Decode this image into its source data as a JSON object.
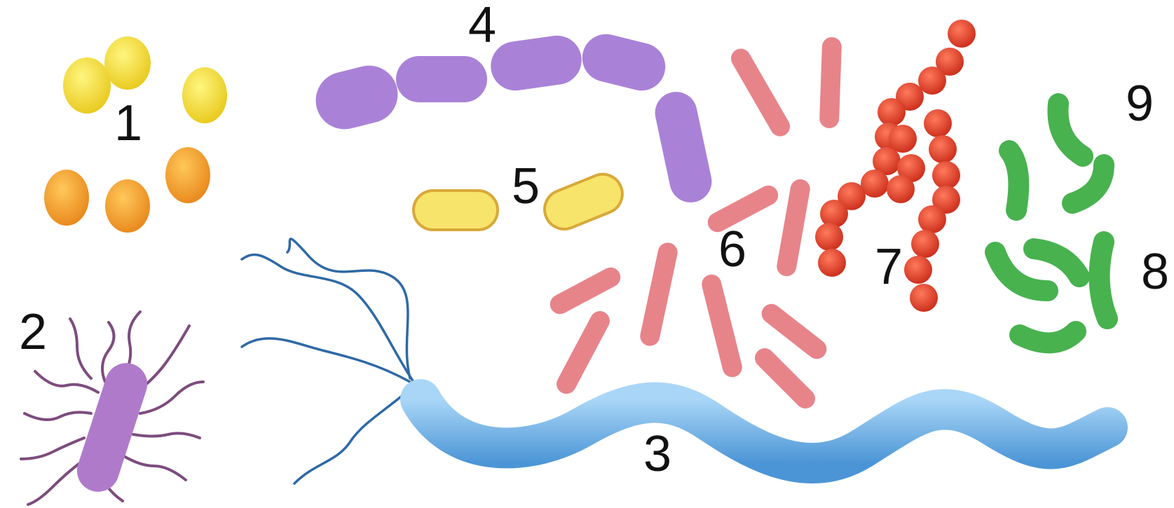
{
  "labels": {
    "l1": "1",
    "l2": "2",
    "l3": "3",
    "l4": "4",
    "l5": "5",
    "l6": "6",
    "l7": "7",
    "l8": "8",
    "l9": "9"
  },
  "colors": {
    "yellow": "#f2dc2a",
    "orange": "#f2a42a",
    "purple_rod": "#a982d8",
    "purple_bacillus": "#b07acb",
    "flagella_purple": "#7d4c7e",
    "blue_spirochete": "#6bb3ea",
    "blue_flagella": "#2f69a5",
    "pale_yellow": "#f7e46b",
    "salmon": "#e7848a",
    "red": "#e2402b",
    "green": "#48b24f"
  }
}
